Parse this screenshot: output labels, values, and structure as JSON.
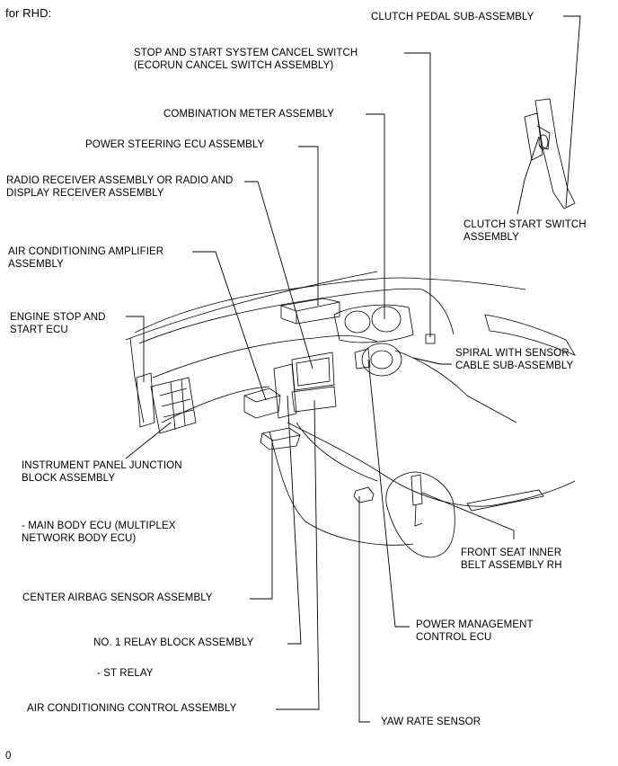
{
  "header": {
    "text": "for RHD:"
  },
  "footer": {
    "text": "0"
  },
  "labels": {
    "clutch_pedal": "CLUTCH PEDAL SUB-ASSEMBLY",
    "stop_start_switch": "STOP AND START SYSTEM CANCEL SWITCH\n(ECORUN CANCEL SWITCH ASSEMBLY)",
    "combination_meter": "COMBINATION METER ASSEMBLY",
    "power_steering_ecu": "POWER STEERING ECU ASSEMBLY",
    "radio_receiver": "RADIO RECEIVER ASSEMBLY OR RADIO AND\nDISPLAY RECEIVER ASSEMBLY",
    "clutch_start_switch": "CLUTCH START SWITCH\nASSEMBLY",
    "ac_amplifier": "AIR CONDITIONING AMPLIFIER\nASSEMBLY",
    "engine_stop_start_ecu": "ENGINE STOP AND\nSTART ECU",
    "spiral_cable": "SPIRAL WITH SENSOR\nCABLE SUB-ASSEMBLY",
    "junction_block": "INSTRUMENT PANEL JUNCTION\nBLOCK ASSEMBLY",
    "main_body_ecu": "- MAIN BODY ECU (MULTIPLEX\nNETWORK BODY ECU)",
    "front_seat_belt": "FRONT SEAT INNER\nBELT ASSEMBLY RH",
    "center_airbag": "CENTER AIRBAG SENSOR ASSEMBLY",
    "power_management": "POWER MANAGEMENT\nCONTROL ECU",
    "relay_block": "NO. 1 RELAY BLOCK ASSEMBLY",
    "st_relay": "- ST RELAY",
    "ac_control": "AIR CONDITIONING CONTROL ASSEMBLY",
    "yaw_rate": "YAW RATE SENSOR"
  }
}
